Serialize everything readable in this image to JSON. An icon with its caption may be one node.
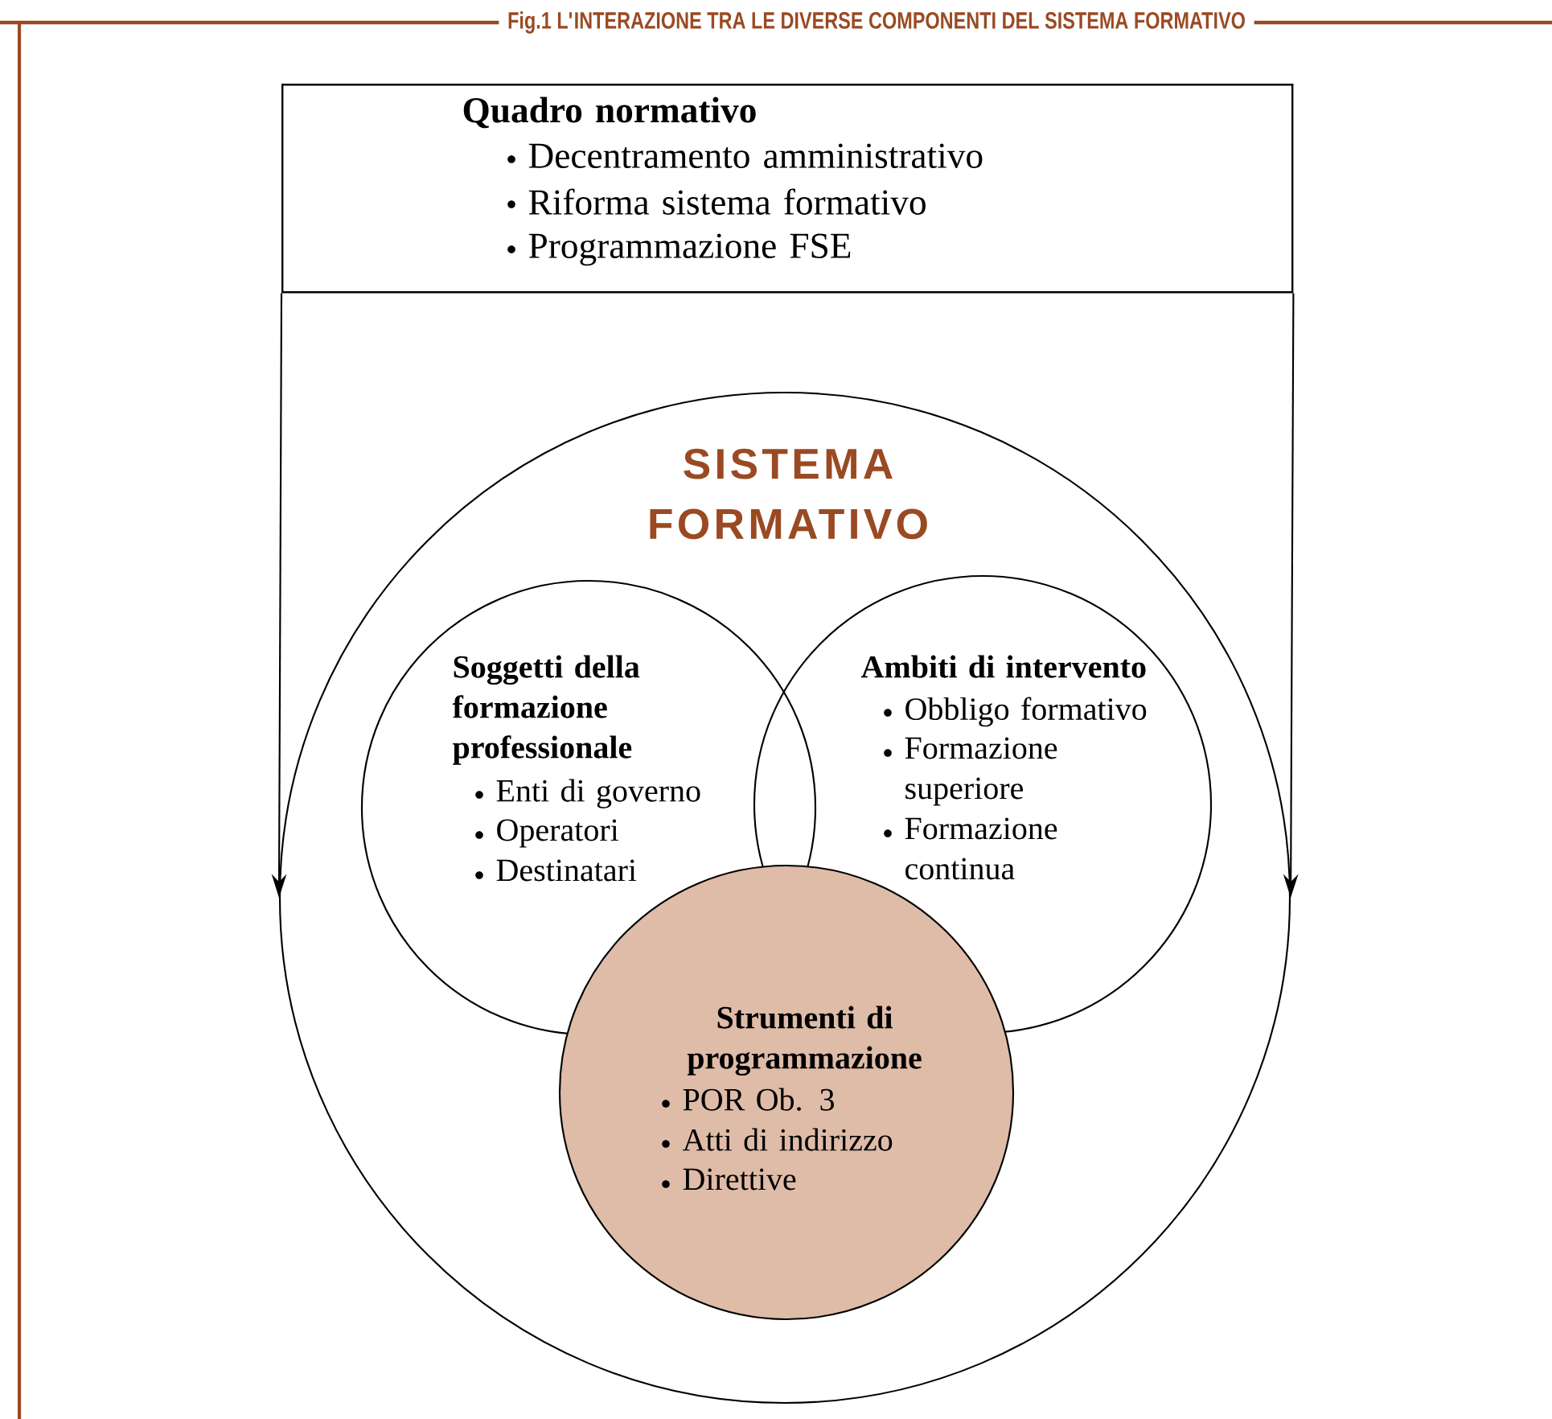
{
  "diagram": {
    "title": "Fig.1 L'INTERAZIONE TRA LE DIVERSE COMPONENTI DEL SISTEMA FORMATIVO",
    "nodes": [
      {
        "text": [
          "Quadro normativo",
          "Decentramento amministrativo",
          "Riforma sistema formativo",
          "Programmazione FSE"
        ]
      },
      {
        "text": [
          "SISTEMA FORMATIVO"
        ]
      },
      {
        "text": [
          "Soggetti della formazione professionale",
          "Enti di governo",
          "Operatori",
          "Destinatari"
        ],
        "in": 1
      },
      {
        "text": [
          "Ambiti di intervento",
          "Obbligo formativo",
          "Formazione superiore",
          "Formazione continua"
        ],
        "in": 1
      },
      {
        "text": [
          "Strumenti di programmazione",
          "POR Ob. 3",
          "Atti di indirizzo",
          "Direttive"
        ],
        "in": 1
      }
    ],
    "edges": [
      {
        "from": 0,
        "to": 1,
        "arrow": "to"
      },
      {
        "from": 0,
        "to": 1,
        "arrow": "to"
      }
    ]
  }
}
